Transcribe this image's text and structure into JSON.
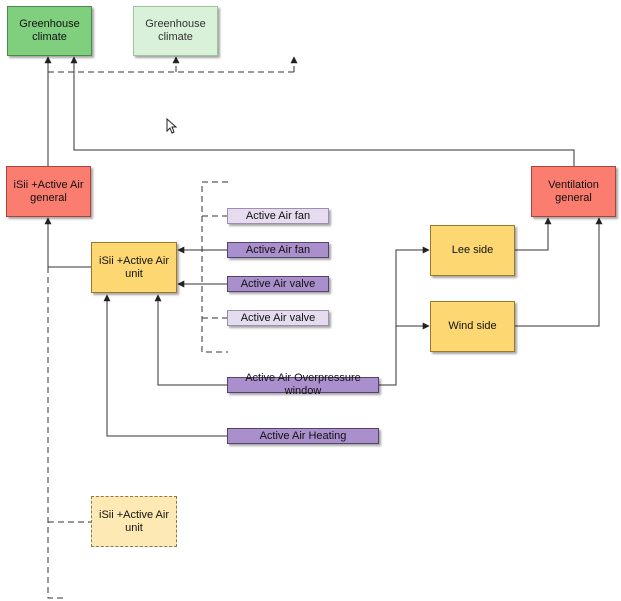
{
  "boxes": {
    "greenhouse_climate_1": "Greenhouse climate",
    "greenhouse_climate_2": "Greenhouse climate",
    "isii_general": "iSii +Active Air general",
    "isii_unit": "iSii +Active Air unit",
    "isii_unit_ghost": "iSii +Active Air unit",
    "ventilation_general": "Ventilation general",
    "lee_side": "Lee side",
    "wind_side": "Wind side",
    "fan_1": "Active Air fan",
    "fan_2": "Active Air fan",
    "valve_1": "Active Air valve",
    "valve_2": "Active Air valve",
    "overpressure_window": "Active Air Overpressure window",
    "heating": "Active Air Heating"
  },
  "colors": {
    "green": "#7fcf7f",
    "green_light": "#d9f0d9",
    "red": "#fa7d6f",
    "yellow": "#fdd772",
    "purple": "#a98fcb",
    "purple_light": "#e6dcef",
    "line": "#333333"
  }
}
